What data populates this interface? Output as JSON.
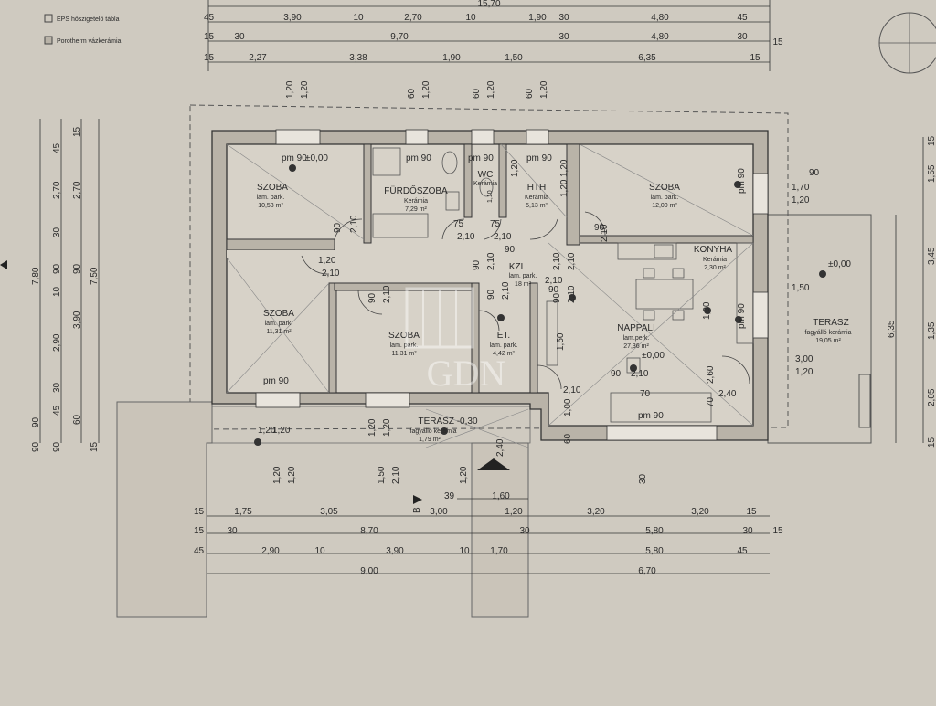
{
  "legend": [
    {
      "label": "EPS hőszigetelő tábla"
    },
    {
      "label": "Porotherm vázkerámia"
    }
  ],
  "top_dims": {
    "overall": "15,70",
    "row1": [
      "45",
      "3,90",
      "10",
      "2,70",
      "10",
      "1,90",
      "30",
      "4,80",
      "45"
    ],
    "row2": [
      "15",
      "30",
      "9,70",
      "30",
      "4,80",
      "30",
      "15"
    ],
    "row3": [
      "15",
      "2,27",
      "3,38",
      "1,90",
      "1,50",
      "6,35",
      "15"
    ],
    "window_heights": [
      "1,20",
      "1,20",
      "60",
      "1,20",
      "60",
      "1,20",
      "60",
      "1,20"
    ]
  },
  "bottom_dims": {
    "row1": [
      "15",
      "1,75",
      "3,05",
      "3,00",
      "1,20",
      "3,20",
      "3,20",
      "15"
    ],
    "row2": [
      "15",
      "30",
      "8,70",
      "30",
      "5,80",
      "30",
      "15"
    ],
    "row3": [
      "45",
      "2,90",
      "10",
      "3,90",
      "10",
      "1,70",
      "5,80",
      "45"
    ],
    "row4": [
      "9,00",
      "6,70"
    ],
    "door": [
      "39",
      "1,60"
    ],
    "section": "B"
  },
  "left_dims": {
    "outer": [
      "7,80",
      "7,50"
    ],
    "col": [
      "45",
      "2,70",
      "30",
      "90",
      "10",
      "3,90",
      "2,90",
      "30",
      "60",
      "45",
      "90",
      "15",
      "90",
      "90"
    ]
  },
  "right_dims": [
    "1,55",
    "15",
    "3,45",
    "6,35",
    "1,35",
    "2,05",
    "15"
  ],
  "rooms": [
    {
      "name": "SZOBA",
      "floor": "lam. park.",
      "area": "10,53 m²"
    },
    {
      "name": "FÜRDŐSZOBA",
      "floor": "Kerámia",
      "area": "7,29 m²"
    },
    {
      "name": "WC",
      "floor": "Kerámia",
      "area": "1,10"
    },
    {
      "name": "HTH",
      "floor": "Kerámia",
      "area": "5,13 m²"
    },
    {
      "name": "SZOBA",
      "floor": "lam. park.",
      "area": "12,00 m²"
    },
    {
      "name": "KONYHA",
      "floor": "Kerámia",
      "area": "2,30 m²"
    },
    {
      "name": "KZL",
      "floor": "lam. park.",
      "area": "18 m²"
    },
    {
      "name": "SZOBA",
      "floor": "lam. park.",
      "area": "11,31 m²"
    },
    {
      "name": "SZOBA",
      "floor": "lam. park.",
      "area": "11,31 m²"
    },
    {
      "name": "ET.",
      "floor": "lam. park.",
      "area": "4,42 m²"
    },
    {
      "name": "NAPPALI",
      "floor": "lam.perk.",
      "area": "27,36 m²"
    },
    {
      "name": "TERASZ",
      "floor": "fagyálló kerámia",
      "area": "19,05 m²"
    },
    {
      "name": "TERASZ -0,30",
      "floor": "fagyálló kerámia",
      "area": "1,79 m²"
    }
  ],
  "levels": [
    "pm 90",
    "±0,00",
    "pm 90",
    "pm 90",
    "pm 90",
    "pm 90",
    "pm 90",
    "pm 90",
    "±0,00",
    "±0,00",
    "pm 90",
    "pm 90"
  ],
  "door_dims": [
    "90",
    "2,10",
    "75",
    "2,10",
    "75",
    "2,10",
    "90",
    "2,10",
    "2,10",
    "2,10",
    "90",
    "2,10",
    "90",
    "2,10",
    "90",
    "2,10",
    "90",
    "2,10",
    "1,20",
    "2,10",
    "90",
    "2,10",
    "1,00",
    "2,60",
    "1,50",
    "2,10",
    "70",
    "2,40",
    "70",
    "1,00",
    "60",
    "30",
    "2,40",
    "1,20",
    "1,20",
    "1,20",
    "1,20",
    "1,20",
    "1,20",
    "90",
    "2,10",
    "1,50",
    "90",
    "1,70",
    "1,20",
    "3,00",
    "1,20",
    "1,20",
    "1,20",
    "1,50",
    "2,10",
    "1,20",
    "1,20",
    "90",
    "2,10"
  ],
  "watermark": "GDN"
}
